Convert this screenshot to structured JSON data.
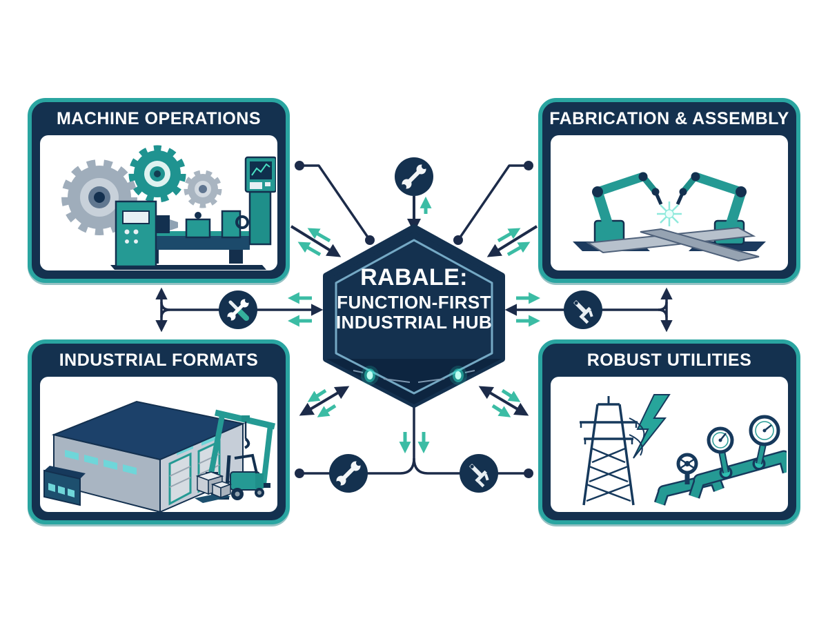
{
  "hub": {
    "line1": "RABALE:",
    "line2": "FUNCTION-FIRST",
    "line3": "INDUSTRIAL HUB"
  },
  "cards": [
    {
      "id": "machine-operations",
      "title": "MACHINE OPERATIONS",
      "illustration": "gears, lathe machine and CNC control panel"
    },
    {
      "id": "fabrication-assembly",
      "title": "FABRICATION & ASSEMBLY",
      "illustration": "two robotic welding arms joining steel I-beams with sparks"
    },
    {
      "id": "industrial-formats",
      "title": "INDUSTRIAL FORMATS",
      "illustration": "warehouse building, gantry crane and forklift with pallet boxes"
    },
    {
      "id": "robust-utilities",
      "title": "ROBUST UTILITIES",
      "illustration": "power transmission pylon, lightning bolt, pipes, valves and pressure gauges"
    }
  ],
  "connector_icons": {
    "top": "wrench-icon",
    "left": "crossed-wrench-screwdriver-icon",
    "right": "caliper-icon",
    "bottom_left": "wrench-icon",
    "bottom_right": "caliper-icon"
  },
  "colors": {
    "navy": "#14314f",
    "navy_dark": "#0d2540",
    "teal_border": "#2aa5a1",
    "teal_machine": "#259a94",
    "teal_arrow": "#3bbca4",
    "dark_line": "#1c2b49",
    "hex_inner_stroke": "#7fb7d2",
    "glow_dot": "#2fe5c9",
    "white": "#ffffff"
  }
}
